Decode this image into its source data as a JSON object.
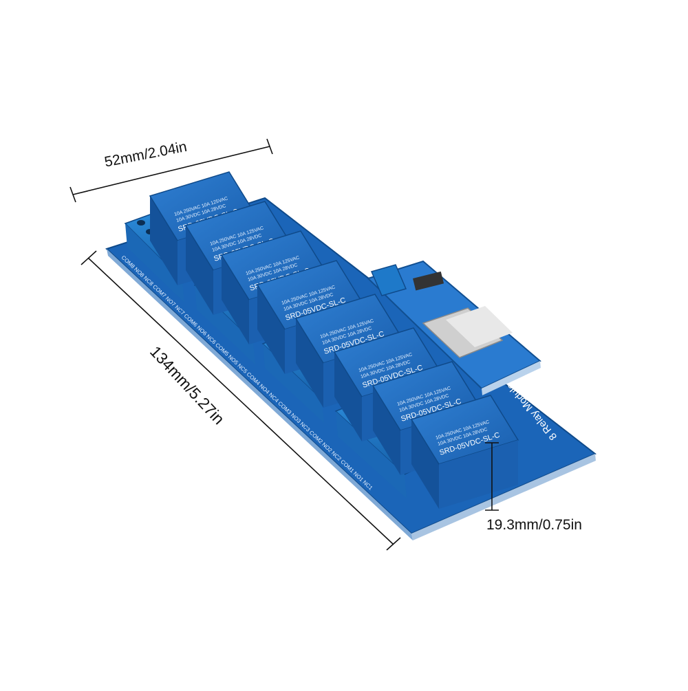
{
  "dimensions": {
    "width": "52mm/2.04in",
    "length": "134mm/5.27in",
    "height": "19.3mm/0.75in"
  },
  "relay": {
    "model": "SRD-05VDC-SL-C",
    "rating_line1": "10A 250VAC  10A 125VAC",
    "rating_line2": "10A 30VDC  10A 28VDC",
    "count": 8
  },
  "board": {
    "title": "8 Relay Module",
    "terminal_labels": [
      "NC1",
      "NO1",
      "COM1",
      "NC2",
      "NO2",
      "COM2",
      "NC3",
      "NO3",
      "COM3",
      "NC4",
      "NO4",
      "COM4",
      "NC5",
      "NO5",
      "COM5",
      "NC6",
      "NO6",
      "COM6",
      "NC7",
      "NO7",
      "COM7",
      "NC8",
      "NO8",
      "COM8"
    ]
  },
  "colors": {
    "pcb": "#1f6fc4",
    "relay": "#1b63b8",
    "terminal": "#1e79c9",
    "wifi_board": "#2a7bd0"
  }
}
